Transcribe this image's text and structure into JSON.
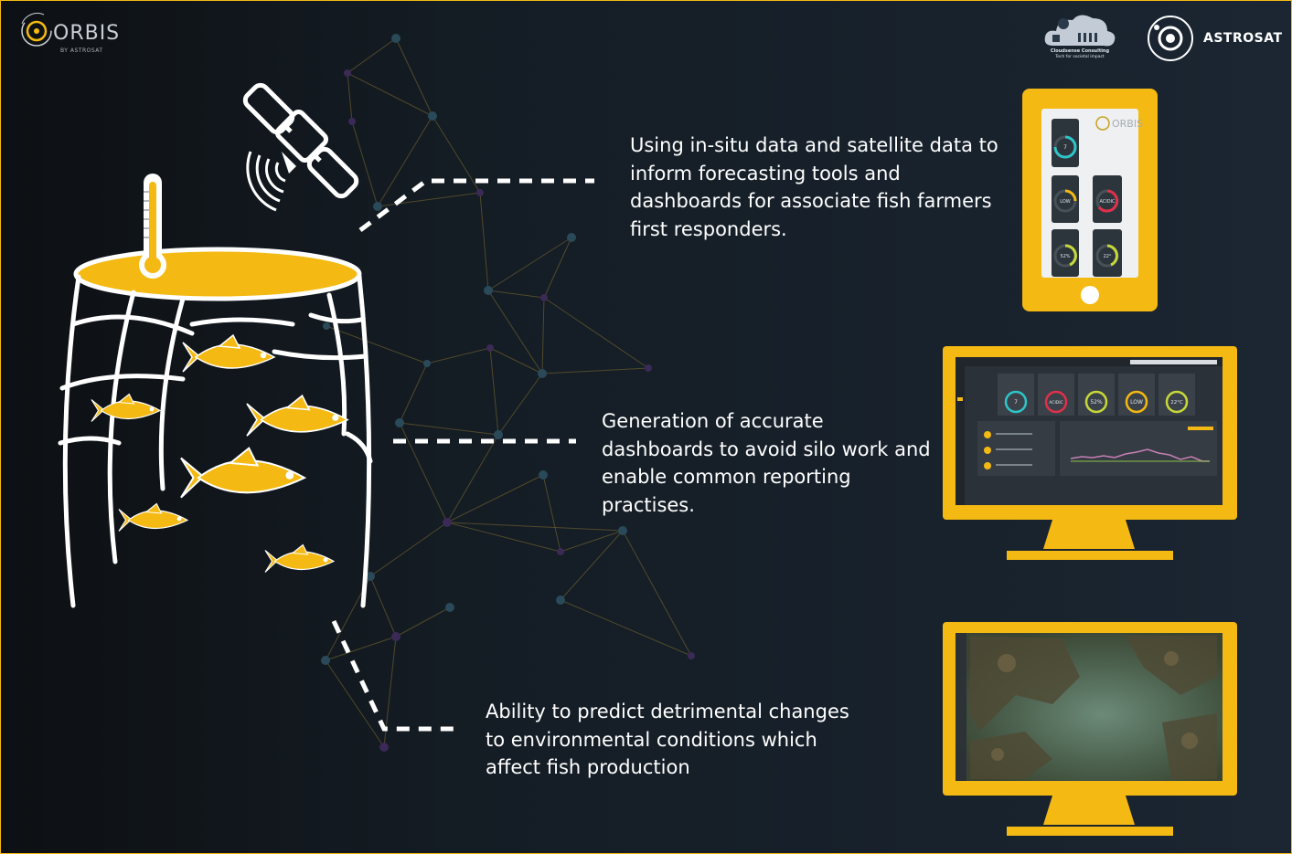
{
  "brand": {
    "logo_text": "ORBIS",
    "logo_sub": "BY ASTROSAT",
    "partner_1_line1": "Cloudsense Consulting",
    "partner_1_line2": "Tech for societal impact",
    "partner_2": "ASTROSAT"
  },
  "captions": [
    "Using in-situ data and satellite data to inform forecasting tools and dashboards for associate fish farmers first responders.",
    "Generation of accurate dashboards to avoid silo work and enable common reporting practises.",
    "Ability to predict detrimental changes to environmental conditions which affect fish production"
  ],
  "tablet": {
    "logo_text": "ORBIS",
    "gauges": [
      "7",
      "LOW",
      "ACIDIC",
      "52%",
      "22°"
    ]
  },
  "desktop_dashboard": {
    "gauges": [
      "7",
      "ACIDIC",
      "52%",
      "LOW",
      "22°C"
    ]
  },
  "colors": {
    "accent": "#f4b912",
    "background": "#141c24",
    "teal": "#2ec5c9",
    "red": "#e0304a",
    "lime": "#c8d83a"
  },
  "icons": [
    "satellite-icon",
    "thermometer-icon",
    "fish-icon",
    "tablet-icon",
    "monitor-icon"
  ]
}
